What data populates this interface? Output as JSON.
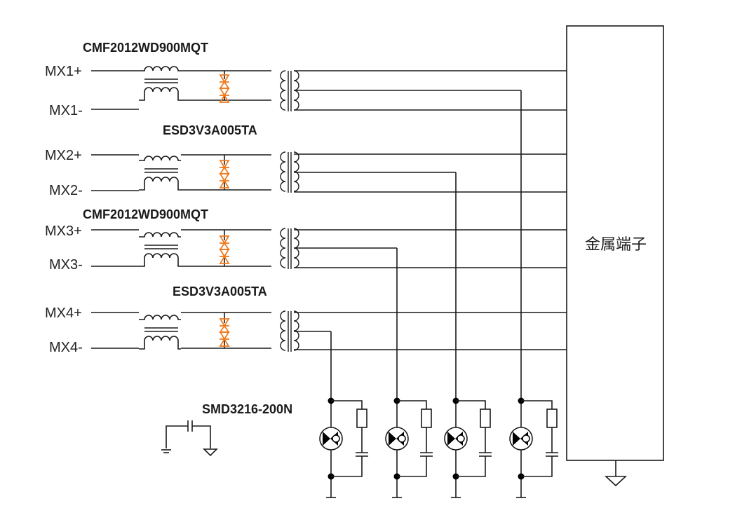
{
  "labels": {
    "part_cmf_1": "CMF2012WD900MQT",
    "part_esd_1": "ESD3V3A005TA",
    "part_cmf_2": "CMF2012WD900MQT",
    "part_esd_2": "ESD3V3A005TA",
    "part_smd": "SMD3216-200N",
    "terminal": "金属端子"
  },
  "pins": [
    {
      "plus": "MX1+",
      "minus": "MX1-"
    },
    {
      "plus": "MX2+",
      "minus": "MX2-"
    },
    {
      "plus": "MX3+",
      "minus": "MX3-"
    },
    {
      "plus": "MX4+",
      "minus": "MX4-"
    }
  ],
  "colors": {
    "wire": "#1a1a1a",
    "tvs": "#f07a1e"
  }
}
